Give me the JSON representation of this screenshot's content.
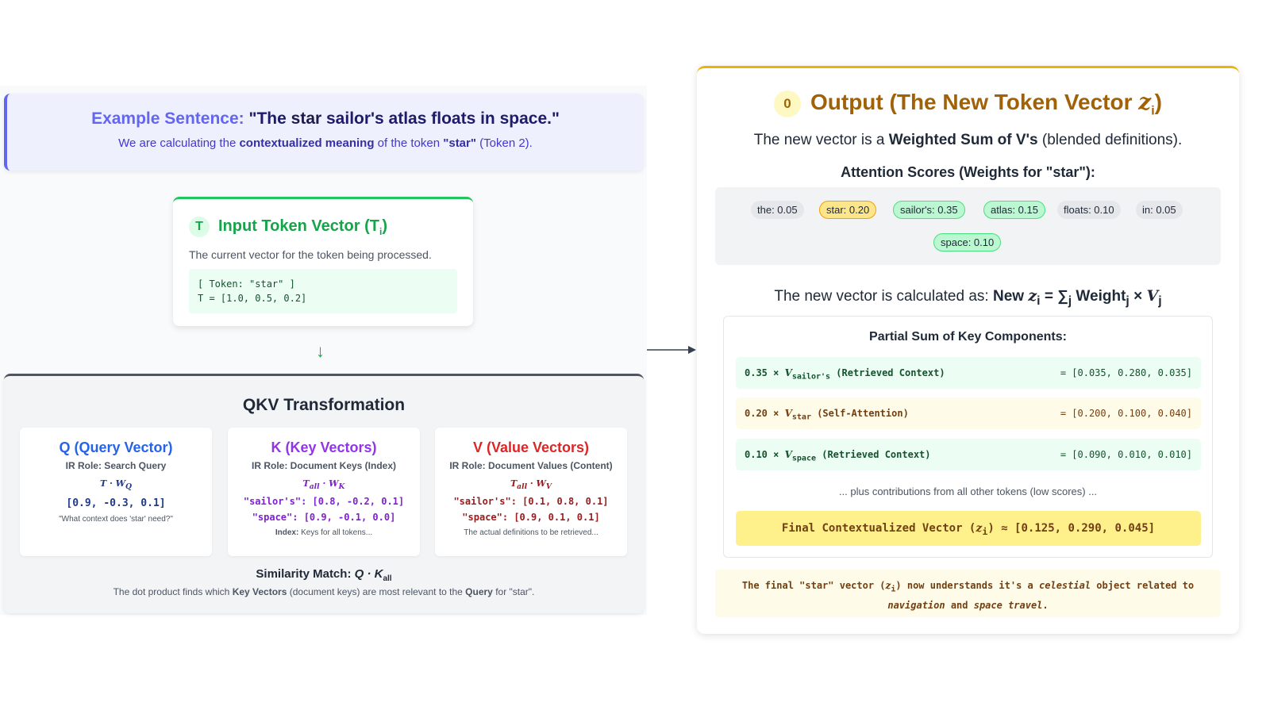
{
  "example": {
    "label": "Example Sentence:",
    "sentence_open": "\"The ",
    "sentence_star": "star",
    "sentence_rest": " sailor's atlas floats in space.\"",
    "sub_pre": "We are calculating the ",
    "sub_bold": "contextualized meaning",
    "sub_mid": " of the token ",
    "sub_token": "\"star\"",
    "sub_post": " (Token 2)."
  },
  "input": {
    "badge": "T",
    "title": "Input Token Vector (T",
    "title_sub": "i",
    "title_close": ")",
    "desc": "The current vector for the token being processed.",
    "code_line1": "[ Token: \"star\" ]",
    "code_line2": "T = [1.0, 0.5, 0.2]"
  },
  "arrow": "↓",
  "qkv": {
    "title": "QKV Transformation",
    "q": {
      "title": "Q (Query Vector)",
      "role": "IR Role: Search Query",
      "f1": "T",
      "f2": "W",
      "f2_sub": "Q",
      "vec": "[0.9, -0.3, 0.1]",
      "note": "\"What context does 'star' need?\""
    },
    "k": {
      "title": "K (Key Vectors)",
      "role": "IR Role: Document Keys (Index)",
      "f1": "T",
      "f1_sub": "all",
      "f2": "W",
      "f2_sub": "K",
      "vec1": "\"sailor's\": [0.8, -0.2, 0.1]",
      "vec2": "\"space\": [0.9, -0.1, 0.0]",
      "note_bold": "Index:",
      "note": " Keys for all tokens..."
    },
    "v": {
      "title": "V (Value Vectors)",
      "role": "IR Role: Document Values (Content)",
      "f1": "T",
      "f1_sub": "all",
      "f2": "W",
      "f2_sub": "V",
      "vec1": "\"sailor's\": [0.1, 0.8, 0.1]",
      "vec2": "\"space\": [0.9, 0.1, 0.1]",
      "note": "The actual definitions to be retrieved..."
    },
    "sim_title": "Similarity Match: ",
    "sim_formula": "Q · K",
    "sim_sub": "all",
    "sim_desc_1": "The dot product finds which ",
    "sim_desc_b1": "Key Vectors",
    "sim_desc_2": " (document keys) are most relevant to the ",
    "sim_desc_b2": "Query",
    "sim_desc_3": " for \"star\"."
  },
  "output": {
    "badge": "0",
    "title": "Output (The New Token Vector ",
    "title_z": "z",
    "title_sub": "i",
    "title_close": ")",
    "desc_pre": "The new vector is a ",
    "desc_bold": "Weighted Sum of V's",
    "desc_post": " (blended definitions).",
    "scores_title": "Attention Scores (Weights for \"star\"):",
    "scores": [
      {
        "label": "the: 0.05",
        "style": "neutral"
      },
      {
        "label": "star: 0.20",
        "style": "yellow"
      },
      {
        "label": "sailor's: 0.35",
        "style": "green"
      },
      {
        "label": "atlas: 0.15",
        "style": "green"
      },
      {
        "label": "floats: 0.10",
        "style": "neutral"
      },
      {
        "label": "in: 0.05",
        "style": "neutral"
      },
      {
        "label": "space: 0.10",
        "style": "green"
      }
    ],
    "calc_pre": "The new vector is calculated as: ",
    "calc_new": "New ",
    "calc_z": "z",
    "calc_z_sub": "i",
    "calc_eq": " = ∑",
    "calc_sum_sub": "j",
    "calc_weight": " Weight",
    "calc_weight_sub": "j",
    "calc_times": " × ",
    "calc_v": "V",
    "calc_v_sub": "j",
    "partial_title": "Partial Sum of Key Components:",
    "rows": [
      {
        "coef": "0.35 × ",
        "v": "V",
        "sub": "sailor's",
        "desc": " (Retrieved Context)",
        "result": "= [0.035, 0.280, 0.035]"
      },
      {
        "coef": "0.20 × ",
        "v": "V",
        "sub": "star",
        "desc": " (Self-Attention)",
        "result": "= [0.200, 0.100, 0.040]"
      },
      {
        "coef": "0.10 × ",
        "v": "V",
        "sub": "space",
        "desc": " (Retrieved Context)",
        "result": "= [0.090, 0.010, 0.010]"
      }
    ],
    "plus_note": "... plus contributions from all other tokens (low scores) ...",
    "final_pre": "Final Contextualized Vector (",
    "final_z": "z",
    "final_z_sub": "i",
    "final_post": ") ≈ [0.125, 0.290, 0.045]",
    "note_1": "The final \"star\" vector (",
    "note_z": "z",
    "note_z_sub": "i",
    "note_2": ") now understands it's a ",
    "note_i1": "celestial",
    "note_3": " object related to",
    "note_i2": "navigation",
    "note_4": " and ",
    "note_i3": "space travel",
    "note_5": "."
  },
  "colors": {
    "indigo": "#6366f1",
    "green": "#16a34a",
    "gold": "#a16207",
    "query": "#2563eb",
    "key": "#9333ea",
    "value": "#dc2626"
  }
}
